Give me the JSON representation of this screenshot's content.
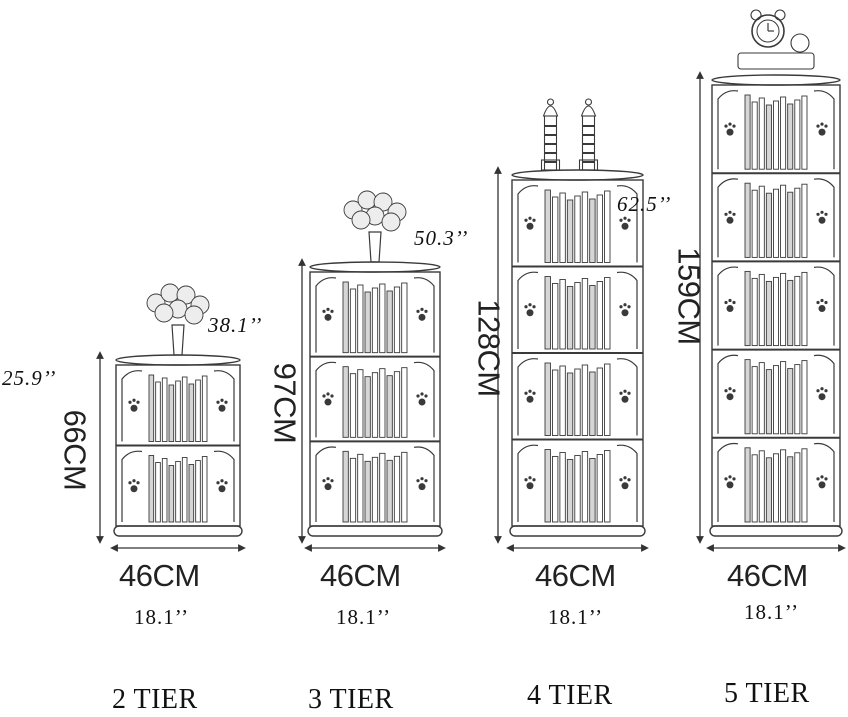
{
  "products": [
    {
      "tier_label": "2 TIER",
      "height_cm": "66CM",
      "height_in": "25.9’’",
      "width_cm": "46CM",
      "width_in": "18.1’’",
      "shelves": 2,
      "topper": "flower-vase"
    },
    {
      "tier_label": "3 TIER",
      "height_cm": "97CM",
      "height_in": "38.1’’",
      "width_cm": "46CM",
      "width_in": "18.1’’",
      "shelves": 3,
      "topper": "flower-vase"
    },
    {
      "tier_label": "4 TIER",
      "height_cm": "128CM",
      "height_in": "50.3’’",
      "width_cm": "46CM",
      "width_in": "18.1’’",
      "shelves": 4,
      "topper": "chess-pieces"
    },
    {
      "tier_label": "5 TIER",
      "height_cm": "159CM",
      "height_in": "62.5’’",
      "width_cm": "46CM",
      "width_in": "18.1’’",
      "shelves": 5,
      "topper": "alarm-clock"
    }
  ],
  "colors": {
    "line": "#3a3a3a",
    "background": "#ffffff",
    "shade": "#8a8a8a"
  }
}
